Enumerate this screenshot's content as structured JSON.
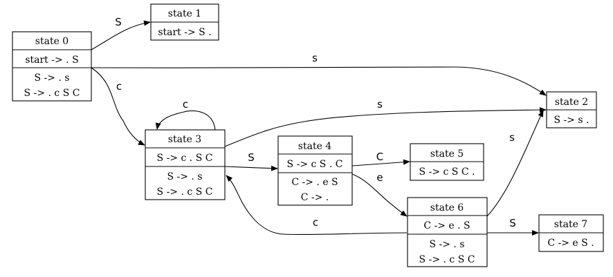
{
  "states": [
    {
      "id": "s0",
      "title": "state 0",
      "kernel": [
        "start -> . S"
      ],
      "closure": [
        "S -> . s",
        "S -> . c S C"
      ]
    },
    {
      "id": "s1",
      "title": "state 1",
      "kernel": [
        "start -> S ."
      ],
      "closure": []
    },
    {
      "id": "s2",
      "title": "state 2",
      "kernel": [
        "S -> s ."
      ],
      "closure": []
    },
    {
      "id": "s3",
      "title": "state 3",
      "kernel": [
        "S -> c . S C"
      ],
      "closure": [
        "S -> . s",
        "S -> . c S C"
      ]
    },
    {
      "id": "s4",
      "title": "state 4",
      "kernel": [
        "S -> c S . C"
      ],
      "closure": [
        "C -> . e S",
        "C -> ."
      ]
    },
    {
      "id": "s5",
      "title": "state 5",
      "kernel": [
        "S -> c S C ."
      ],
      "closure": []
    },
    {
      "id": "s6",
      "title": "state 6",
      "kernel": [
        "C -> e . S"
      ],
      "closure": [
        "S -> . s",
        "S -> . c S C"
      ]
    },
    {
      "id": "s7",
      "title": "state 7",
      "kernel": [
        "C -> e S ."
      ],
      "closure": []
    }
  ],
  "edges": [
    {
      "from": "s0",
      "to": "s1",
      "label": "S"
    },
    {
      "from": "s0",
      "to": "s2",
      "label": "s"
    },
    {
      "from": "s0",
      "to": "s3",
      "label": "c"
    },
    {
      "from": "s3",
      "to": "s3",
      "label": "c"
    },
    {
      "from": "s3",
      "to": "s2",
      "label": "s"
    },
    {
      "from": "s3",
      "to": "s4",
      "label": "S"
    },
    {
      "from": "s4",
      "to": "s5",
      "label": "C"
    },
    {
      "from": "s4",
      "to": "s6",
      "label": "e"
    },
    {
      "from": "s6",
      "to": "s2",
      "label": "s"
    },
    {
      "from": "s6",
      "to": "s7",
      "label": "S"
    },
    {
      "from": "s6",
      "to": "s3",
      "label": "c"
    }
  ]
}
